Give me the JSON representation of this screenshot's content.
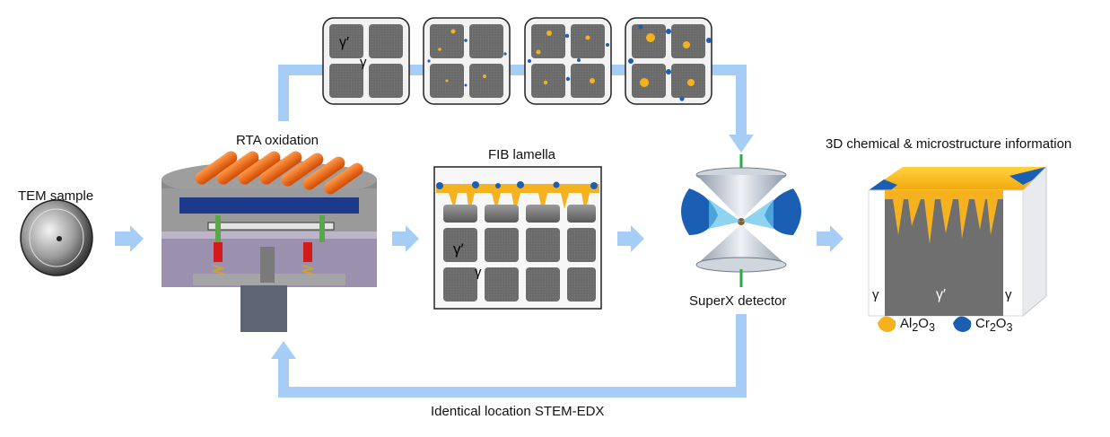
{
  "labels": {
    "tem_sample": "TEM sample",
    "rta_oxidation": "RTA oxidation",
    "fib_lamella": "FIB lamella",
    "superx_detector": "SuperX detector",
    "chem_info": "3D chemical & microstructure information",
    "stem_edx": "Identical location STEM-EDX"
  },
  "phases": {
    "gamma_prime": "γ′",
    "gamma": "γ"
  },
  "legend": {
    "al2o3": {
      "base": "Al",
      "sub1": "2",
      "mid": "O",
      "sub2": "3"
    },
    "cr2o3": {
      "base": "Cr",
      "sub1": "2",
      "mid": "O",
      "sub2": "3"
    }
  },
  "colors": {
    "arrow": "#a6cdf6",
    "al2o3": "#f5b21e",
    "cr2o3": "#1a5fb4",
    "heater": "#f26a1b",
    "precipitate": "#6f6f6f"
  },
  "icons": {
    "arrow": "chevron-arrow-icon",
    "heater": "heating-rod-icon",
    "detector": "detector-cone-icon"
  }
}
